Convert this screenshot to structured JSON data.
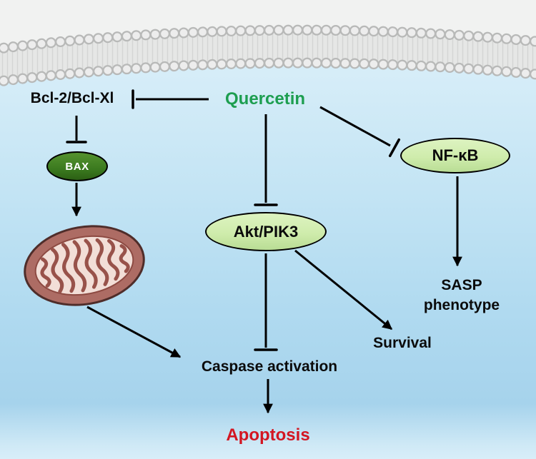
{
  "diagram": {
    "title": "Quercetin apoptosis signaling pathway",
    "nodes": {
      "bcl2": "Bcl-2/Bcl-Xl",
      "quercetin": "Quercetin",
      "bax": "BAX",
      "nfkb": "NF-κB",
      "akt": "Akt/PIK3",
      "sasp_line1": "SASP",
      "sasp_line2": "phenotype",
      "survival": "Survival",
      "caspase": "Caspase activation",
      "apoptosis": "Apoptosis"
    },
    "edges": [
      {
        "from": "Quercetin",
        "to": "Bcl-2/Bcl-Xl",
        "type": "inhibition"
      },
      {
        "from": "Bcl-2/Bcl-Xl",
        "to": "BAX",
        "type": "inhibition"
      },
      {
        "from": "BAX",
        "to": "mitochondrion",
        "type": "activation"
      },
      {
        "from": "mitochondrion",
        "to": "Caspase activation",
        "type": "activation"
      },
      {
        "from": "Quercetin",
        "to": "Akt/PIK3",
        "type": "inhibition"
      },
      {
        "from": "Quercetin",
        "to": "NF-κB",
        "type": "inhibition"
      },
      {
        "from": "NF-κB",
        "to": "SASP phenotype",
        "type": "activation"
      },
      {
        "from": "Akt/PIK3",
        "to": "Caspase activation",
        "type": "inhibition"
      },
      {
        "from": "Akt/PIK3",
        "to": "Survival",
        "type": "activation"
      },
      {
        "from": "Caspase activation",
        "to": "Apoptosis",
        "type": "activation"
      }
    ],
    "colors": {
      "quercetin_green": "#1d9e50",
      "apoptosis_red": "#d31622",
      "node_light_green": "#cfecac",
      "node_dark_green": "#3b7a1f",
      "cell_blue_top": "#d6edf8",
      "cell_blue_bottom": "#a6d3ec",
      "membrane_gray": "#e6e7e6"
    }
  }
}
